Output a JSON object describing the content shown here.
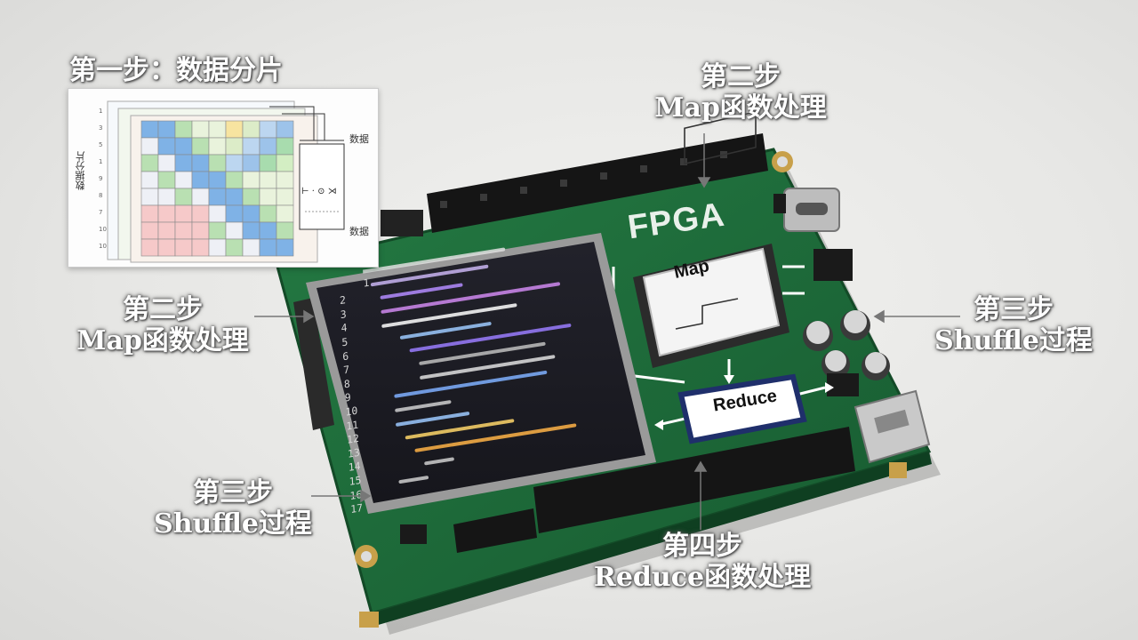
{
  "step1": {
    "title": "第一步：数据分片"
  },
  "grid_panel": {
    "side_label": "数据分片",
    "right_top": "数据",
    "right_bottom": "数据",
    "axis_left": [
      "1",
      "3",
      "5",
      "1",
      "9",
      "8",
      "7",
      "10",
      "10"
    ]
  },
  "board": {
    "fpga_label": "FPGA",
    "map_chip": "Map",
    "reduce_chip": "Reduce"
  },
  "labels": {
    "top_step": "第二步",
    "top_desc": "Map函数处理",
    "left_step": "第二步",
    "left_desc": "Map函数处理",
    "right_step": "第三步",
    "right_desc": "Shuffle过程",
    "bottom_left_step": "第三步",
    "bottom_left_desc": "Shuffle过程",
    "bottom_step": "第四步",
    "bottom_desc": "Reduce函数处理"
  },
  "screen": {
    "line_numbers": [
      "1",
      "2",
      "3",
      "4",
      "5",
      "6",
      "7",
      "8",
      "9",
      "10",
      "11",
      "12",
      "13",
      "14",
      "15",
      "16",
      "17"
    ]
  },
  "colors": {
    "pcb_green": "#1f6b3a",
    "pcb_dark": "#16512b",
    "screen_bg": "#1b1b22",
    "gold": "#c8a04a"
  }
}
